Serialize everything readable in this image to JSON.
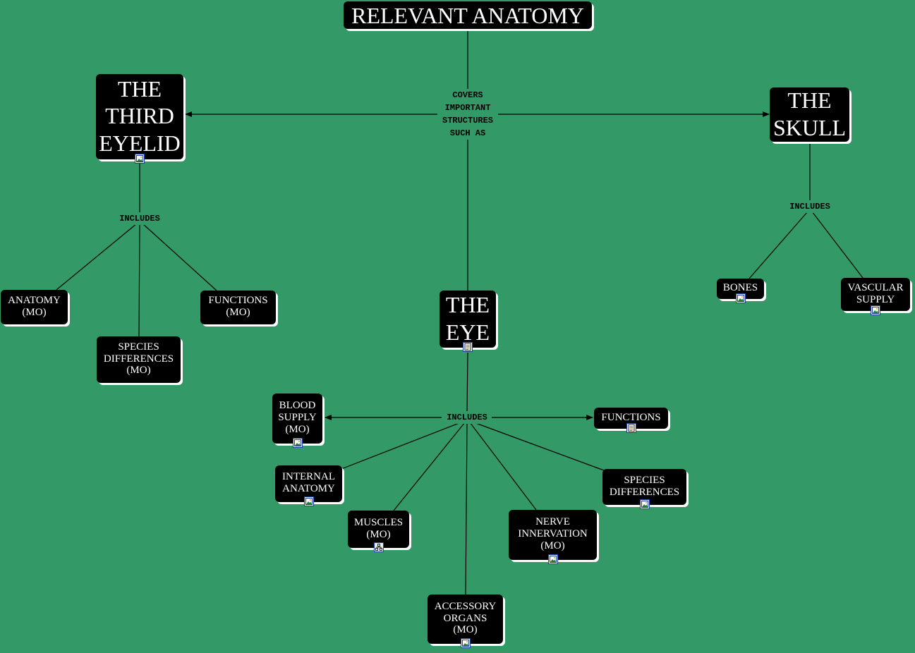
{
  "colors": {
    "background": "#339966",
    "node_fill": "#000000",
    "node_text": "#ffffff",
    "node_shadow": "#ffffff"
  },
  "nodes": {
    "root": "RELEVANT ANATOMY",
    "third_eyelid": "THE\nTHIRD\nEYELID",
    "skull": "THE\nSKULL",
    "eye": "THE\nEYE",
    "te_anatomy": "ANATOMY\n(MO)",
    "te_functions": "FUNCTIONS\n(MO)",
    "te_species": "SPECIES\nDIFFERENCES\n(MO)",
    "sk_bones": "BONES",
    "sk_vascular": "VASCULAR\nSUPPLY",
    "eye_blood": "BLOOD\nSUPPLY\n(MO)",
    "eye_functions": "FUNCTIONS",
    "eye_internal": "INTERNAL\nANATOMY",
    "eye_species": "SPECIES\nDIFFERENCES",
    "eye_muscles": "MUSCLES\n(MO)",
    "eye_nerve": "NERVE\nINNERVATION\n(MO)",
    "eye_accessory": "ACCESSORY\nORGANS\n(MO)"
  },
  "link_labels": {
    "covers": "COVERS\nIMPORTANT\nSTRUCTURES\nSUCH AS",
    "third_eyelid_includes": "INCLUDES",
    "skull_includes": "INCLUDES",
    "eye_includes": "INCLUDES"
  },
  "icons": {
    "third_eyelid": "image-icon",
    "eye": "document-icon",
    "sk_bones": "image-icon",
    "sk_vascular": "image-icon",
    "eye_blood": "image-icon",
    "eye_functions": "document-icon",
    "eye_internal": "image-icon",
    "eye_species": "image-icon",
    "eye_muscles": "concept-map-icon",
    "eye_nerve": "image-icon",
    "eye_accessory": "image-icon"
  }
}
